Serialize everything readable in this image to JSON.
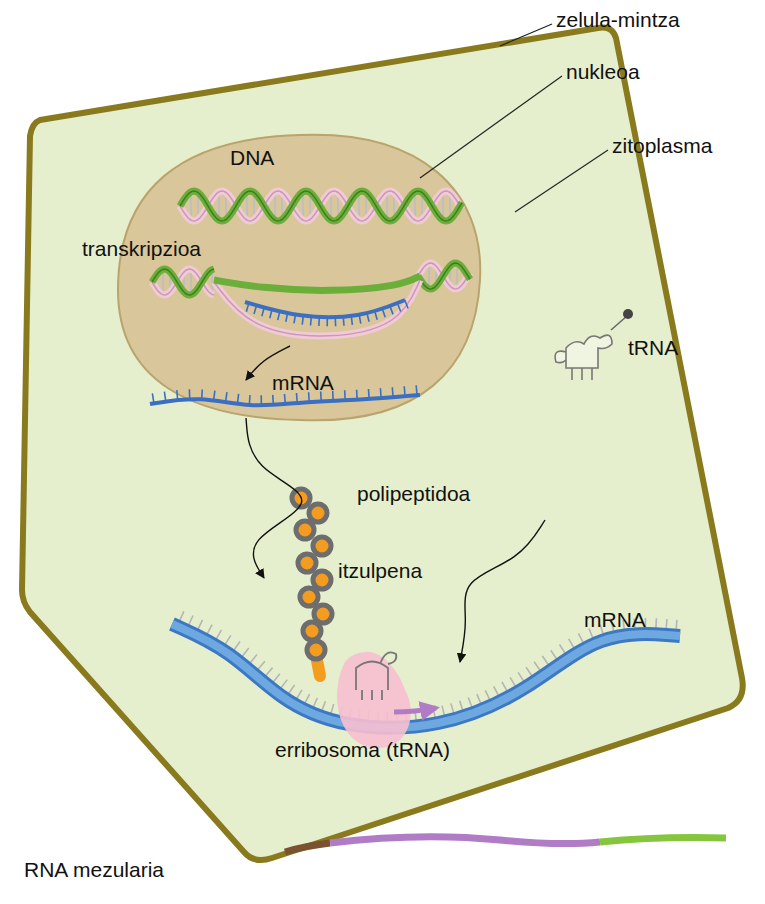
{
  "diagram": {
    "nodes": [
      {
        "text": [
          "polipeptidoa",
          "itzulpena",
          "tRNA",
          "mRNA",
          "erribosoma (tRNA)"
        ]
      },
      {
        "text": [
          "DNA",
          "transkripzioa",
          "mRNA"
        ],
        "in": 0
      }
    ],
    "labels": [
      "zelula-mintza",
      "nukleoa",
      "zitoplasma",
      "RNA mezularia"
    ]
  }
}
